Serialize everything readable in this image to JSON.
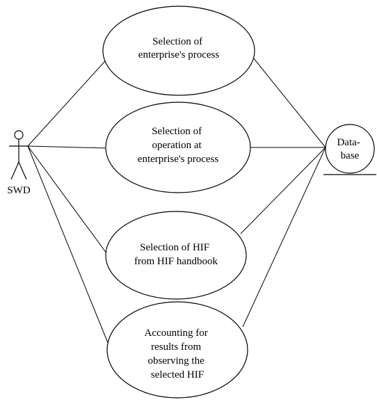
{
  "actor": {
    "label": "SWD"
  },
  "database": {
    "label_lines": [
      "Data-",
      "base"
    ]
  },
  "use_cases": [
    {
      "lines": [
        "Selection of",
        "enterprise's process"
      ]
    },
    {
      "lines": [
        "Selection of",
        "operation at",
        "enterprise's process"
      ]
    },
    {
      "lines": [
        "Selection of HIF",
        "from HIF handbook"
      ]
    },
    {
      "lines": [
        "Accounting for",
        "results from",
        "observing the",
        "selected HIF"
      ]
    }
  ]
}
